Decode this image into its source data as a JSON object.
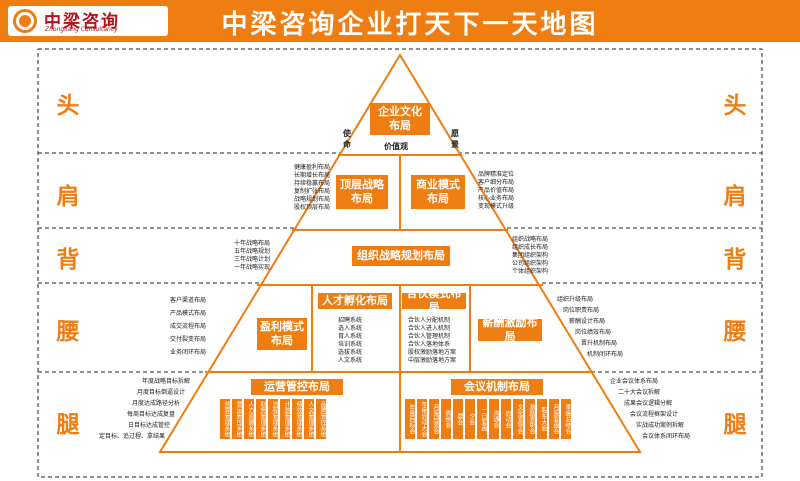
{
  "header": {
    "logo_name": "中梁咨询",
    "logo_sub": "Zhongliang Consultancy",
    "title": "中梁咨询企业打天下一天地图"
  },
  "sides": {
    "left": [
      "头",
      "肩",
      "背",
      "腰",
      "腿"
    ],
    "right": [
      "头",
      "肩",
      "背",
      "腰",
      "腿"
    ]
  },
  "head": {
    "culture": "企业文化\n布局",
    "mission": "使\n命",
    "vision": "愿\n景",
    "values": "价值观"
  },
  "shoulder": {
    "top_strategy": "顶层战略\n布局",
    "business_model": "商业模式\n布局",
    "left_items": [
      "健康盈利布局",
      "长期增长布局",
      "持续稳赢布局",
      "复制扩张布局",
      "战略规划布局",
      "股权顶层布局"
    ],
    "right_items": [
      "品牌精准定位",
      "客户细分布局",
      "产品价值布局",
      "核心业务布局",
      "变现模式升级"
    ]
  },
  "back": {
    "org_strategy": "组织战略规划布局",
    "left_items": [
      "十年战略布局",
      "五年战略规划",
      "三年战略计划",
      "一年战略实现"
    ],
    "right_items": [
      "组织战略布局",
      "组织成长布局",
      "集团组织架构",
      "公司组织架构",
      "个体组织架构"
    ]
  },
  "waist": {
    "profit_model": "盈利模式\n布局",
    "talent": "人才孵化布局",
    "partner": "合伙模式布局",
    "salary": "薪酬激励布局",
    "talent_items": [
      "招聘系统",
      "选人系统",
      "育人系统",
      "培训系统",
      "选拔系统",
      "人文系统"
    ],
    "partner_items": [
      "合伙人分配机制",
      "合伙人进入机制",
      "合伙人管理机制",
      "合伙人落地体系",
      "股权激励落地方案",
      "中层激励落地方案"
    ],
    "left_items": [
      "客户渠道布局",
      "产品模式布局",
      "成交流程布局",
      "交付裂变布局",
      "业务闭环布局"
    ],
    "right_items": [
      "组织升级布局",
      "岗位职责布局",
      "薪酬设计布局",
      "岗位绩效布局",
      "晋升机制布局",
      "机制闭环布局"
    ]
  },
  "leg": {
    "ops": "运营管控布局",
    "meeting": "会议机制布局",
    "left_items": [
      "年度战略目标拆解",
      "月度目标倒逼设计",
      "月度达成路径分析",
      "每周目标达成复盘",
      "日目标达成管控",
      "定目标、追过程、拿结果"
    ],
    "right_items": [
      "企业会议体系布局",
      "二十大会议拆解",
      "成果会议逻辑分解",
      "会议流程框架设计",
      "实战成功案例拆解",
      "会议体系闭环布局"
    ],
    "ops_bars": [
      "预算管理系统",
      "营运管控系统",
      "人力资源系统",
      "财务管理系统",
      "流程管理系统",
      "计划管理系统",
      "绩效管理系统",
      "人文管理系统",
      "品牌管控系统"
    ],
    "meeting_bars": [
      "年度目标会",
      "年度启动大会",
      "月度经营会",
      "周例会",
      "晨会",
      "夕会",
      "一日复盘",
      "沟通会",
      "启动会",
      "文化宣导会",
      "激励表彰会",
      "股东大会",
      "月度复盘会",
      "季度总结会"
    ]
  },
  "colors": {
    "accent": "#ee7d12",
    "dark_red": "#b5121b"
  }
}
